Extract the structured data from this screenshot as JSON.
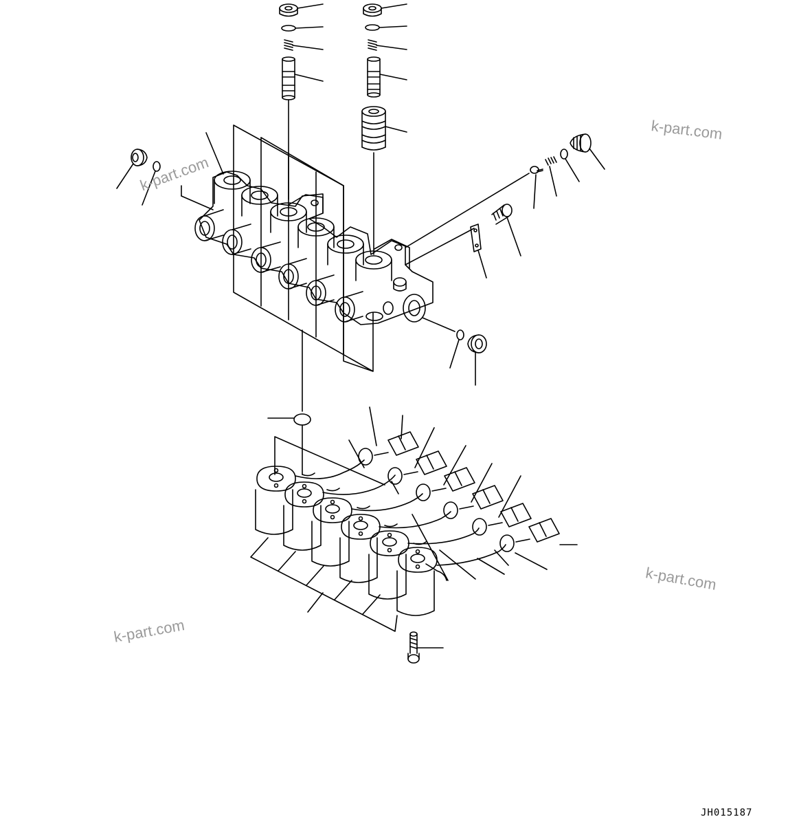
{
  "drawing": {
    "code": "JH015187",
    "watermarks": [
      "k-part.com",
      "k-part.com",
      "k-part.com",
      "k-part.com"
    ]
  },
  "colors": {
    "line": "#000000",
    "watermark": "#9a9a9a",
    "background": "#ffffff"
  }
}
